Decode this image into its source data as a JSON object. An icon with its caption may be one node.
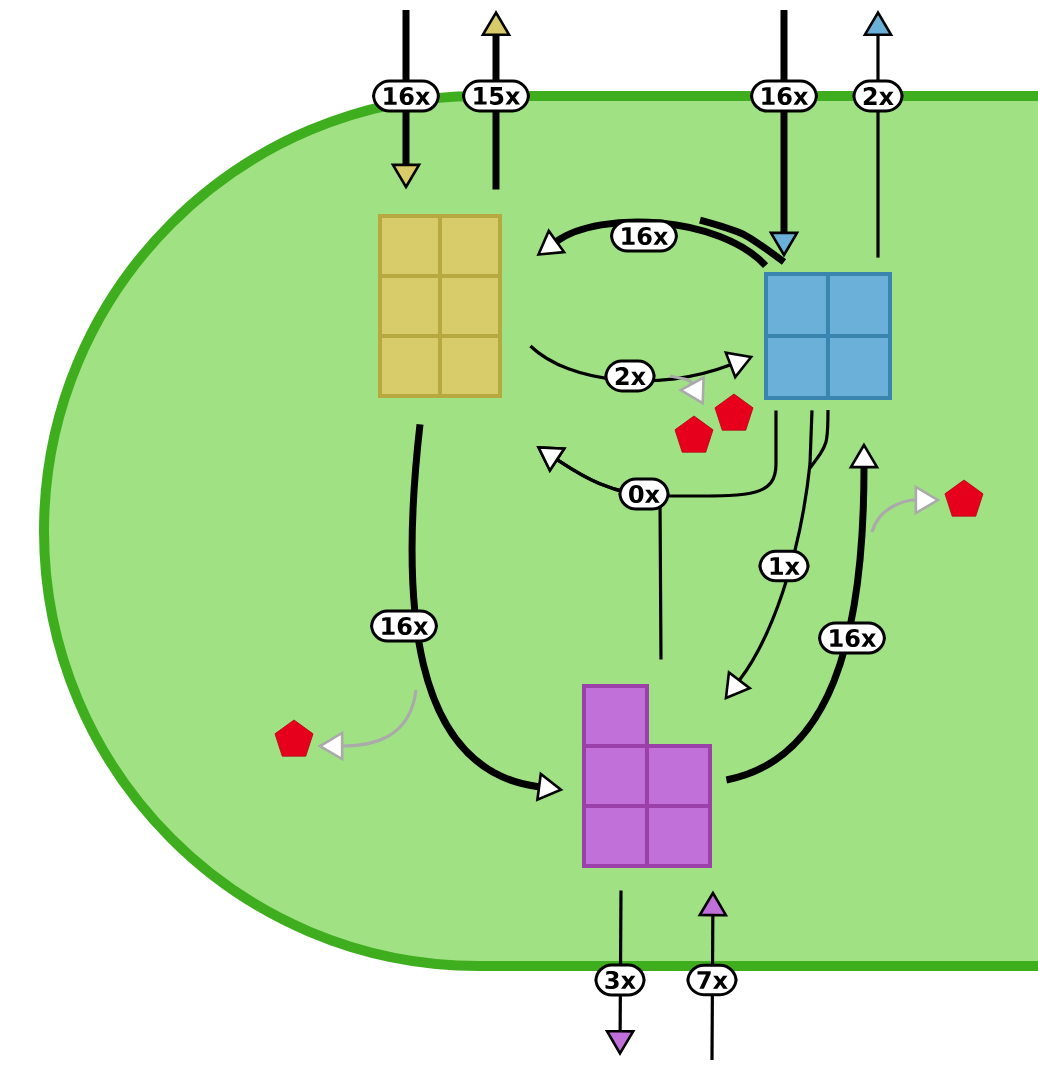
{
  "diagram": {
    "nodes": [
      {
        "text": [],
        "shape": "box"
      },
      {
        "text": [],
        "shape": "box"
      },
      {
        "text": [],
        "shape": "box"
      },
      {
        "text": [],
        "shape": "pentagon"
      },
      {
        "text": [],
        "shape": "pentagon"
      },
      {
        "text": [],
        "shape": "pentagon"
      },
      {
        "text": [],
        "shape": "pentagon"
      }
    ],
    "edges": [
      {
        "from": null,
        "to": 0,
        "arrow": "to",
        "label": "16x",
        "style": "thick"
      },
      {
        "from": 0,
        "to": null,
        "arrow": "to",
        "label": "15x",
        "style": "thick"
      },
      {
        "from": null,
        "to": 1,
        "arrow": "to",
        "label": "16x",
        "style": "thick"
      },
      {
        "from": 1,
        "to": null,
        "arrow": "to",
        "label": "2x"
      },
      {
        "from": 1,
        "to": 0,
        "arrow": "to",
        "label": "16x",
        "style": "thick"
      },
      {
        "from": 0,
        "to": 1,
        "arrow": "to",
        "label": "2x"
      },
      {
        "from": 1,
        "to": 0,
        "arrow": "to",
        "label": "0x"
      },
      {
        "from": 2,
        "to": 0,
        "arrow": "to"
      },
      {
        "from": 1,
        "to": 2,
        "arrow": "to",
        "label": "1x"
      },
      {
        "from": 0,
        "to": 2,
        "arrow": "to",
        "label": "16x",
        "style": "thick"
      },
      {
        "from": 2,
        "to": 1,
        "arrow": "to",
        "label": "16x",
        "style": "thick"
      },
      {
        "from": 2,
        "to": null,
        "arrow": "to",
        "label": "3x"
      },
      {
        "from": null,
        "to": 2,
        "arrow": "to",
        "label": "7x"
      },
      {
        "from": null,
        "to": 3,
        "arrow": "to",
        "color": "#aaaaaa"
      },
      {
        "from": null,
        "to": 5,
        "arrow": "to",
        "color": "#aaaaaa"
      },
      {
        "from": null,
        "to": 6,
        "arrow": "to",
        "color": "#aaaaaa"
      }
    ]
  }
}
